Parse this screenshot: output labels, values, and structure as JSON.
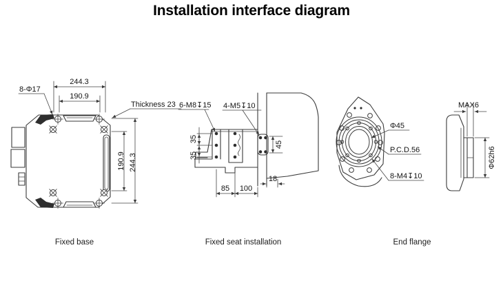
{
  "title": "Installation interface diagram",
  "views": {
    "fixed_base": {
      "caption": "Fixed base",
      "labels": {
        "holes": "8-Φ17",
        "thickness": "Thickness 23"
      },
      "dims": {
        "top_outer": "244.3",
        "top_inner": "190.9",
        "right_inner": "190.9",
        "right_outer": "244.3"
      }
    },
    "fixed_seat": {
      "caption": "Fixed seat installation",
      "labels": {
        "left_holes": "6-M8↧15",
        "right_holes": "4-M5↧10"
      },
      "dims": {
        "v_upper": "35",
        "v_lower": "35",
        "h_left": "85",
        "h_right": "100",
        "plate": "18",
        "hole_span": "45"
      }
    },
    "end_flange": {
      "caption": "End flange",
      "labels": {
        "bore": "Φ45",
        "pcd": "P.C.D.56",
        "holes": "8-M4↧10"
      },
      "dims": {
        "max_offset": "MAX6",
        "shaft": "Φ62h6"
      }
    }
  },
  "colors": {
    "background": "#ffffff",
    "line": "#3a3a3a",
    "text": "#141414"
  }
}
